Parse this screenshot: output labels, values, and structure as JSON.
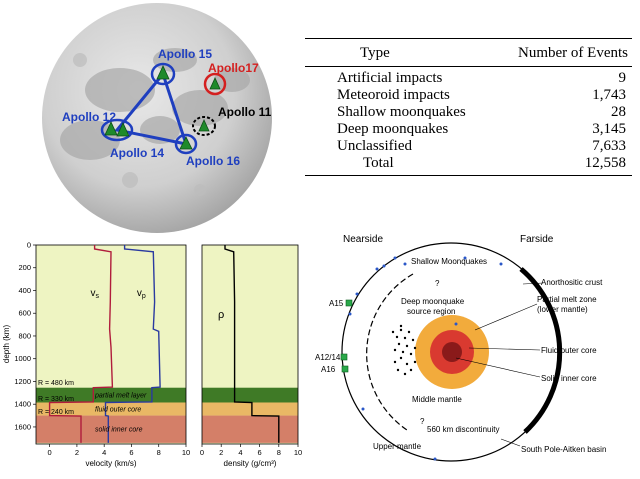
{
  "moon_map": {
    "stations": [
      "Apollo 15",
      "Apollo17",
      "Apollo 12",
      "Apollo 11",
      "Apollo 14",
      "Apollo 16"
    ],
    "colors": {
      "network": "#1f3fbf",
      "apollo17": "#d42020",
      "station": "#1e8a2a"
    }
  },
  "events_table": {
    "headers": [
      "Type",
      "Number of Events"
    ],
    "rows": [
      {
        "type": "Artificial impacts",
        "count": "9"
      },
      {
        "type": "Meteoroid impacts",
        "count": "1,743"
      },
      {
        "type": "Shallow moonquakes",
        "count": "28"
      },
      {
        "type": "Deep moonquakes",
        "count": "3,145"
      },
      {
        "type": "Unclassified",
        "count": "7,633"
      }
    ],
    "total": {
      "label": "Total",
      "count": "12,558"
    }
  },
  "chart_data": [
    {
      "type": "line",
      "title": "",
      "xlabel": "velocity (km/s)",
      "ylabel": "depth (km)",
      "xlim": [
        -1,
        10
      ],
      "ylim": [
        1750,
        0
      ],
      "x_ticks": [
        "0",
        "2",
        "4",
        "6",
        "8",
        "10"
      ],
      "y_ticks": [
        "0",
        "200",
        "400",
        "600",
        "800",
        "1000",
        "1200",
        "1400",
        "1600"
      ],
      "series": [
        {
          "name": "Vs",
          "color": "#b01c3c",
          "points": [
            [
              3.3,
              0
            ],
            [
              3.3,
              35
            ],
            [
              4.5,
              60
            ],
            [
              4.45,
              500
            ],
            [
              4.4,
              740
            ],
            [
              4.5,
              900
            ],
            [
              4.6,
              1250
            ],
            [
              3.2,
              1255
            ],
            [
              3.2,
              1380
            ],
            [
              0,
              1385
            ],
            [
              0,
              1500
            ],
            [
              2.3,
              1505
            ],
            [
              2.3,
              1740
            ]
          ]
        },
        {
          "name": "Vp",
          "color": "#2a3aa0",
          "points": [
            [
              5.5,
              0
            ],
            [
              5.5,
              35
            ],
            [
              7.6,
              60
            ],
            [
              7.7,
              500
            ],
            [
              7.6,
              740
            ],
            [
              8.0,
              760
            ],
            [
              8.1,
              1250
            ],
            [
              7.5,
              1255
            ],
            [
              7.5,
              1380
            ],
            [
              4.1,
              1385
            ],
            [
              4.1,
              1500
            ],
            [
              4.3,
              1505
            ],
            [
              4.3,
              1740
            ]
          ]
        }
      ],
      "series_labels": [
        "v",
        "s",
        "v",
        "p"
      ],
      "layers": [
        {
          "label": "partial melt layer",
          "radius_label": "R = 480 km",
          "from": 1255,
          "to": 1385
        },
        {
          "label": "fluid outer core",
          "radius_label": "R = 330 km",
          "from": 1385,
          "to": 1500
        },
        {
          "label": "solid inner core",
          "radius_label": "R = 240 km",
          "from": 1500,
          "to": 1740
        }
      ]
    },
    {
      "type": "line",
      "title": "",
      "xlabel": "density (g/cm³)",
      "ylabel": "",
      "xlim": [
        0,
        10
      ],
      "ylim": [
        1750,
        0
      ],
      "x_ticks": [
        "0",
        "2",
        "4",
        "6",
        "8",
        "10"
      ],
      "series": [
        {
          "name": "ρ",
          "color": "#000000",
          "points": [
            [
              2.4,
              0
            ],
            [
              2.4,
              35
            ],
            [
              3.3,
              60
            ],
            [
              3.4,
              500
            ],
            [
              3.4,
              1255
            ],
            [
              3.4,
              1380
            ],
            [
              5.2,
              1385
            ],
            [
              5.2,
              1500
            ],
            [
              8.0,
              1505
            ],
            [
              8.0,
              1740
            ]
          ]
        }
      ],
      "series_labels": [
        "ρ"
      ]
    }
  ],
  "cross_section": {
    "titles": {
      "left": "Nearside",
      "right": "Farside"
    },
    "labels": {
      "shallow": "Shallow Moonquakes",
      "deep_1": "Deep moonquake",
      "deep_2": "source region",
      "middle": "Middle mantle",
      "upper": "Upper mantle",
      "disc": "560 km discontinuity",
      "crust": "Anorthositic crust",
      "melt_1": "Partial melt zone",
      "melt_2": "(lower mantle)",
      "outer": "Fluid outer core",
      "inner": "Solid inner core",
      "basin": "South Pole-Aitken basin",
      "q": "?",
      "a15": "A15",
      "a1214": "A12/14",
      "a16": "A16"
    },
    "colors": {
      "melt": "#f2ab3c",
      "outer": "#d93a30",
      "inner": "#8a1a1a",
      "station": "#2aa84a"
    }
  }
}
